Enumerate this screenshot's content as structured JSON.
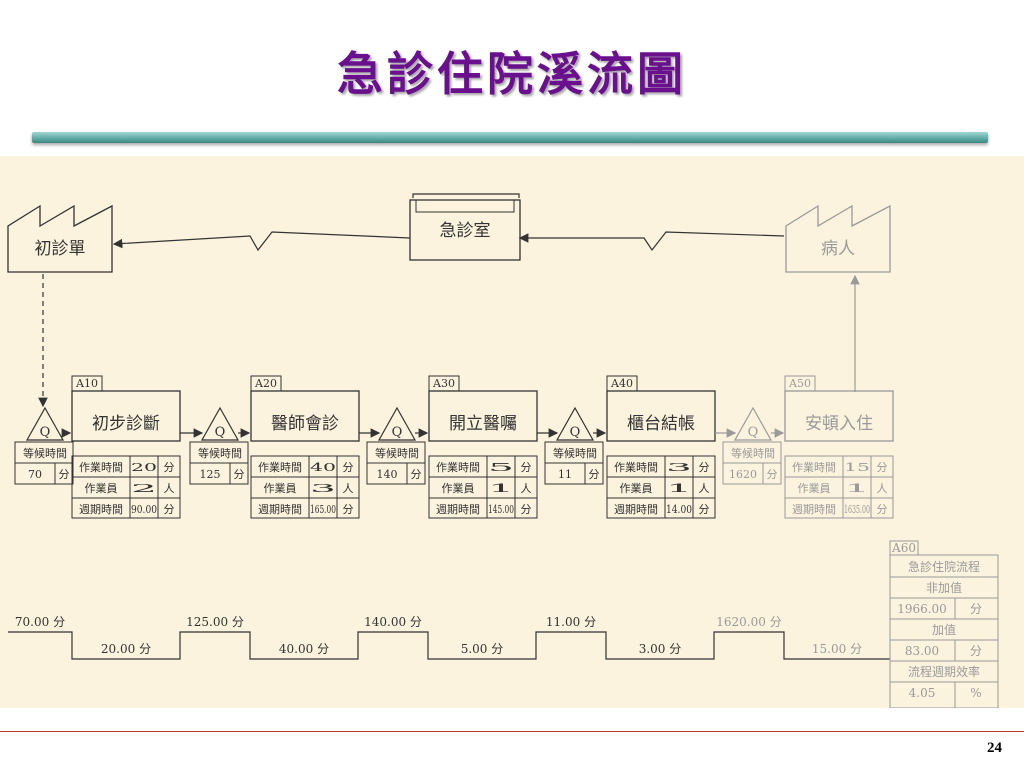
{
  "title": "急診住院溪流圖",
  "page_number": "24",
  "colors": {
    "title": "#6a0f8e",
    "ink": "#333333",
    "faded": "#9a9a9a"
  },
  "sources": {
    "left": "初診單",
    "right": "病人"
  },
  "control": "急診室",
  "processes": [
    {
      "id": "A10",
      "name": "初步診斷",
      "rows": [
        {
          "label": "作業時間",
          "value": "20",
          "unit": "分"
        },
        {
          "label": "作業員",
          "value": "2",
          "unit": "人"
        },
        {
          "label": "週期時間",
          "value": "90.00",
          "unit": "分"
        }
      ]
    },
    {
      "id": "A20",
      "name": "醫師會診",
      "rows": [
        {
          "label": "作業時間",
          "value": "40",
          "unit": "分"
        },
        {
          "label": "作業員",
          "value": "3",
          "unit": "人"
        },
        {
          "label": "週期時間",
          "value": "165.00",
          "unit": "分"
        }
      ]
    },
    {
      "id": "A30",
      "name": "開立醫囑",
      "rows": [
        {
          "label": "作業時間",
          "value": "5",
          "unit": "分"
        },
        {
          "label": "作業員",
          "value": "1",
          "unit": "人"
        },
        {
          "label": "週期時間",
          "value": "145.00",
          "unit": "分"
        }
      ]
    },
    {
      "id": "A40",
      "name": "櫃台結帳",
      "rows": [
        {
          "label": "作業時間",
          "value": "3",
          "unit": "分"
        },
        {
          "label": "作業員",
          "value": "1",
          "unit": "人"
        },
        {
          "label": "週期時間",
          "value": "14.00",
          "unit": "分"
        }
      ]
    },
    {
      "id": "A50",
      "name": "安頓入住",
      "rows": [
        {
          "label": "作業時間",
          "value": "15",
          "unit": "分"
        },
        {
          "label": "作業員",
          "value": "1",
          "unit": "人"
        },
        {
          "label": "週期時間",
          "value": "1635.00",
          "unit": "分"
        }
      ]
    }
  ],
  "queues": [
    {
      "symbol": "Q",
      "label": "等候時間",
      "value": "70",
      "unit": "分"
    },
    {
      "symbol": "Q",
      "label": "等候時間",
      "value": "125",
      "unit": "分"
    },
    {
      "symbol": "Q",
      "label": "等候時間",
      "value": "140",
      "unit": "分"
    },
    {
      "symbol": "Q",
      "label": "等候時間",
      "value": "11",
      "unit": "分"
    },
    {
      "symbol": "Q",
      "label": "等候時間",
      "value": "1620",
      "unit": "分"
    }
  ],
  "timeline": {
    "waits": [
      "70.00 分",
      "125.00 分",
      "140.00 分",
      "11.00 分",
      "1620.00 分"
    ],
    "processing": [
      "20.00 分",
      "40.00 分",
      "5.00 分",
      "3.00 分",
      "15.00 分"
    ]
  },
  "summary": {
    "id": "A60",
    "title": "急診住院流程",
    "non_value_label": "非加值",
    "non_value": "1966.00",
    "non_value_unit": "分",
    "value_label": "加值",
    "value": "83.00",
    "value_unit": "分",
    "efficiency_label": "流程週期效率",
    "efficiency": "4.05",
    "efficiency_unit": "%"
  }
}
